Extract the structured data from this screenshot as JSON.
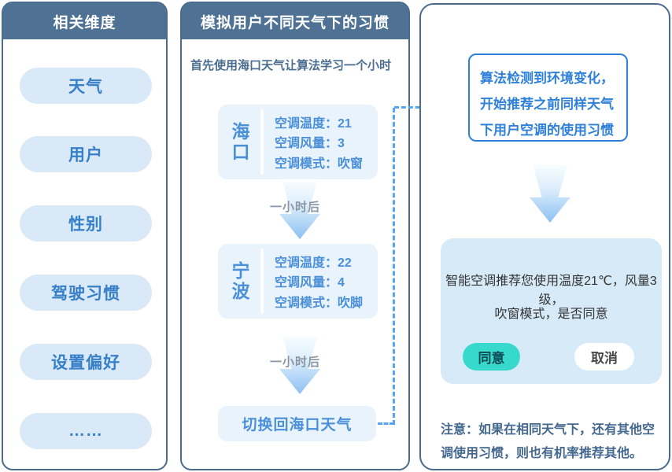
{
  "colors": {
    "panel_border": "#4a6b8e",
    "header_bg": "#4f7294",
    "pill_bg": "#d9e9f8",
    "pill_text": "#377fc7",
    "card_bg": "#e9f3fc",
    "card_text": "#4a90d8",
    "dashed_line": "#55a6ee",
    "detect_accent": "#2e80d9",
    "recommend_bg": "#d6eaf8",
    "agree_bg": "#36d9cc",
    "note_text": "#44688f"
  },
  "left_panel": {
    "title": "相关维度",
    "items": [
      {
        "label": "天气"
      },
      {
        "label": "用户"
      },
      {
        "label": "性别"
      },
      {
        "label": "驾驶习惯"
      },
      {
        "label": "设置偏好"
      },
      {
        "label": "……"
      }
    ]
  },
  "middle_panel": {
    "title": "模拟用户不同天气下的习惯",
    "subtitle": "首先使用海口天气让算法学习一个小时",
    "cards": [
      {
        "city": "海口",
        "rows": [
          "空调温度：21",
          "空调风量：3",
          "空调模式：吹窗"
        ]
      },
      {
        "city": "宁波",
        "rows": [
          "空调温度：22",
          "空调风量：4",
          "空调模式：吹脚"
        ]
      }
    ],
    "arrow_label": "一小时后",
    "switch_card": "切换回海口天气"
  },
  "right_panel": {
    "detect_lines": [
      "算法检测到环境变化，",
      "开始推荐之前同样天气",
      "下用户空调的使用习惯"
    ],
    "recommend": {
      "line1": "智能空调推荐您使用温度21℃，风量3级，",
      "line2": "吹窗模式，是否同意",
      "agree_label": "同意",
      "cancel_label": "取消"
    },
    "note": "注意：如果在相同天气下，还有其他空调使用习惯，则也有机率推荐其他。"
  }
}
